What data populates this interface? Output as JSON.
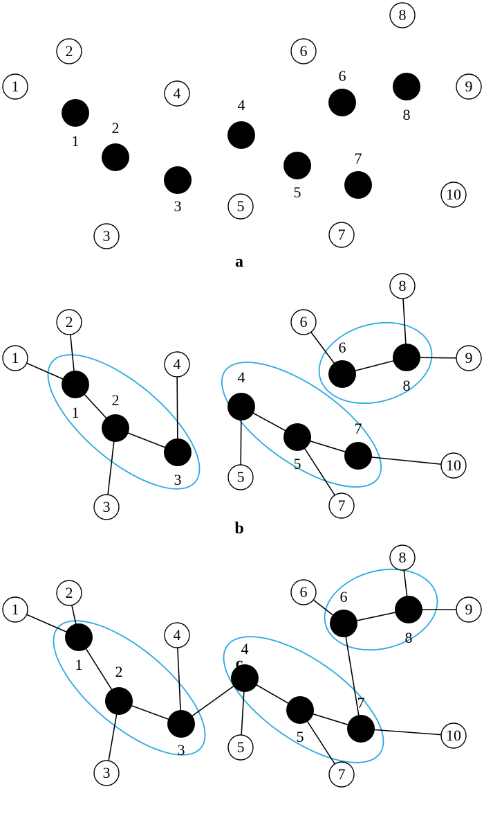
{
  "colors": {
    "group_outline": "#29a9e1",
    "filled_node": "#000000",
    "open_node_fill": "#ffffff",
    "edge": "#000000"
  },
  "panels": [
    {
      "label": "a",
      "open_nodes": [
        {
          "id": "o1",
          "text": "1"
        },
        {
          "id": "o2",
          "text": "2"
        },
        {
          "id": "o3",
          "text": "3"
        },
        {
          "id": "o4",
          "text": "4"
        },
        {
          "id": "o5",
          "text": "5"
        },
        {
          "id": "o6",
          "text": "6"
        },
        {
          "id": "o7",
          "text": "7"
        },
        {
          "id": "o8",
          "text": "8"
        },
        {
          "id": "o9",
          "text": "9"
        },
        {
          "id": "o10",
          "text": "10"
        }
      ],
      "filled_nodes": [
        {
          "id": "f1",
          "text": "1"
        },
        {
          "id": "f2",
          "text": "2"
        },
        {
          "id": "f3",
          "text": "3"
        },
        {
          "id": "f4",
          "text": "4"
        },
        {
          "id": "f5",
          "text": "5"
        },
        {
          "id": "f6",
          "text": "6"
        },
        {
          "id": "f7",
          "text": "7"
        },
        {
          "id": "f8",
          "text": "8"
        }
      ],
      "edges": [],
      "groups": []
    },
    {
      "label": "b",
      "open_nodes": [
        {
          "id": "o1",
          "text": "1"
        },
        {
          "id": "o2",
          "text": "2"
        },
        {
          "id": "o3",
          "text": "3"
        },
        {
          "id": "o4",
          "text": "4"
        },
        {
          "id": "o5",
          "text": "5"
        },
        {
          "id": "o6",
          "text": "6"
        },
        {
          "id": "o7",
          "text": "7"
        },
        {
          "id": "o8",
          "text": "8"
        },
        {
          "id": "o9",
          "text": "9"
        },
        {
          "id": "o10",
          "text": "10"
        }
      ],
      "filled_nodes": [
        {
          "id": "f1",
          "text": "1"
        },
        {
          "id": "f2",
          "text": "2"
        },
        {
          "id": "f3",
          "text": "3"
        },
        {
          "id": "f4",
          "text": "4"
        },
        {
          "id": "f5",
          "text": "5"
        },
        {
          "id": "f6",
          "text": "6"
        },
        {
          "id": "f7",
          "text": "7"
        },
        {
          "id": "f8",
          "text": "8"
        }
      ],
      "edges": [
        [
          "o1",
          "f1"
        ],
        [
          "o2",
          "f1"
        ],
        [
          "f1",
          "f2"
        ],
        [
          "f2",
          "o3"
        ],
        [
          "f2",
          "f3"
        ],
        [
          "f3",
          "o4"
        ],
        [
          "f4",
          "o5"
        ],
        [
          "f4",
          "f5"
        ],
        [
          "f5",
          "o7"
        ],
        [
          "f5",
          "f7"
        ],
        [
          "f7",
          "o10"
        ],
        [
          "o6",
          "f6"
        ],
        [
          "f6",
          "f8"
        ],
        [
          "f8",
          "o8"
        ],
        [
          "f8",
          "o9"
        ]
      ],
      "groups": [
        [
          "f1",
          "f2",
          "f3"
        ],
        [
          "f4",
          "f5",
          "f7"
        ],
        [
          "f6",
          "f8"
        ]
      ]
    },
    {
      "label": "c",
      "open_nodes": [
        {
          "id": "o1",
          "text": "1"
        },
        {
          "id": "o2",
          "text": "2"
        },
        {
          "id": "o3",
          "text": "3"
        },
        {
          "id": "o4",
          "text": "4"
        },
        {
          "id": "o5",
          "text": "5"
        },
        {
          "id": "o6",
          "text": "6"
        },
        {
          "id": "o7",
          "text": "7"
        },
        {
          "id": "o8",
          "text": "8"
        },
        {
          "id": "o9",
          "text": "9"
        },
        {
          "id": "o10",
          "text": "10"
        }
      ],
      "filled_nodes": [
        {
          "id": "f1",
          "text": "1"
        },
        {
          "id": "f2",
          "text": "2"
        },
        {
          "id": "f3",
          "text": "3"
        },
        {
          "id": "f4",
          "text": "4"
        },
        {
          "id": "f5",
          "text": "5"
        },
        {
          "id": "f6",
          "text": "6"
        },
        {
          "id": "f7",
          "text": "7"
        },
        {
          "id": "f8",
          "text": "8"
        }
      ],
      "edges": [
        [
          "o1",
          "f1"
        ],
        [
          "o2",
          "f1"
        ],
        [
          "f1",
          "f2"
        ],
        [
          "f2",
          "o3"
        ],
        [
          "f2",
          "f3"
        ],
        [
          "f3",
          "o4"
        ],
        [
          "f3",
          "f4"
        ],
        [
          "f4",
          "o5"
        ],
        [
          "f4",
          "f5"
        ],
        [
          "f5",
          "o7"
        ],
        [
          "f5",
          "f7"
        ],
        [
          "f7",
          "o10"
        ],
        [
          "f7",
          "f6"
        ],
        [
          "o6",
          "f6"
        ],
        [
          "f6",
          "f8"
        ],
        [
          "f8",
          "o8"
        ],
        [
          "f8",
          "o9"
        ]
      ],
      "groups": [
        [
          "f1",
          "f2",
          "f3"
        ],
        [
          "f4",
          "f5",
          "f7"
        ],
        [
          "f6",
          "f8"
        ]
      ]
    }
  ]
}
